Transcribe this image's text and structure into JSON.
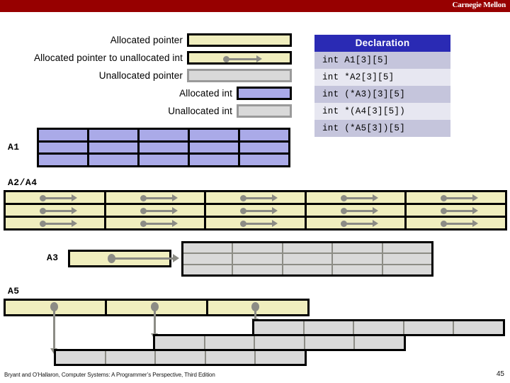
{
  "banner": {
    "title": "Carnegie Mellon",
    "color": "#970000"
  },
  "legend": {
    "items": [
      {
        "label": "Allocated  pointer",
        "kind": "alloc-ptr",
        "has_arrow": false,
        "width": "big"
      },
      {
        "label": "Allocated  pointer to unallocated int",
        "kind": "alloc-ptr",
        "has_arrow": true,
        "width": "big"
      },
      {
        "label": "Unallocated pointer",
        "kind": "unalloc-ptr",
        "has_arrow": false,
        "width": "big"
      },
      {
        "label": "Allocated  int",
        "kind": "alloc-int",
        "has_arrow": false,
        "width": "small"
      },
      {
        "label": "Unallocated int",
        "kind": "unalloc-int",
        "has_arrow": false,
        "width": "small"
      }
    ]
  },
  "declaration": {
    "header": "Declaration",
    "header_color": "#2a2ab4",
    "rows": [
      "int  A1[3][5]",
      "int  *A2[3][5]",
      "int  (*A3)[3][5]",
      "int  *(A4[3][5])",
      "int  (*A5[3])[5]"
    ]
  },
  "diagrams": {
    "a1": {
      "label": "A1",
      "rows": 3,
      "cols": 5,
      "cell_kind": "alloc-int"
    },
    "a2a4": {
      "label": "A2/A4",
      "rows": 3,
      "cols": 5,
      "cell_kind": "alloc-ptr",
      "cells_have_arrows": true
    },
    "a3": {
      "label": "A3",
      "pointer_cells": 1,
      "target_rows": 3,
      "target_cols": 5,
      "target_kind": "unalloc-int"
    },
    "a5": {
      "label": "A5",
      "pointer_cells": 3,
      "target_rows": 3,
      "target_cols": 5,
      "target_kind": "unalloc-int"
    }
  },
  "colors": {
    "allocated_pointer_fill": "#f0eebe",
    "allocated_int_fill": "#aaaae8",
    "unallocated_fill": "#d9d9d9",
    "allocated_border": "#000000",
    "unallocated_border": "#9a9a9a",
    "arrow": "#8c8c85"
  },
  "footer": {
    "citation": "Bryant and O’Hallaron, Computer Systems: A Programmer’s Perspective, Third Edition",
    "page": "45"
  }
}
